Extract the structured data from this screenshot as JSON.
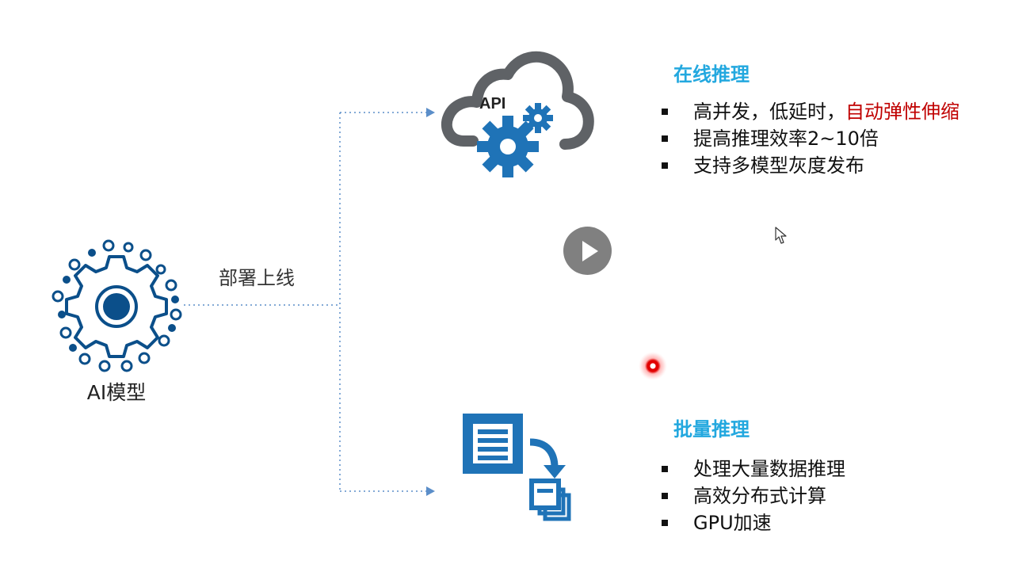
{
  "model": {
    "label": "AI模型",
    "icon": "ai-model-gear-icon",
    "color": "#0b4f8a"
  },
  "deploy": {
    "label": "部署上线"
  },
  "online": {
    "title": "在线推理",
    "icon_label": "API",
    "bullets": [
      {
        "text": "高并发，低延时，",
        "highlight": "自动弹性伸缩"
      },
      {
        "text": "提高推理效率2~10倍"
      },
      {
        "text": "支持多模型灰度发布"
      }
    ]
  },
  "batch": {
    "title": "批量推理",
    "icon": "batch-documents-icon",
    "bullets": [
      {
        "text": "处理大量数据推理"
      },
      {
        "text": "高效分布式计算"
      },
      {
        "text": "GPU加速"
      }
    ]
  },
  "video": {
    "control": "play-icon"
  },
  "colors": {
    "title_blue": "#23a8df",
    "icon_blue": "#1f73b7",
    "accent_red": "#c00000",
    "cloud_gray": "#5f6266",
    "connector_blue": "#5b8ec9"
  }
}
